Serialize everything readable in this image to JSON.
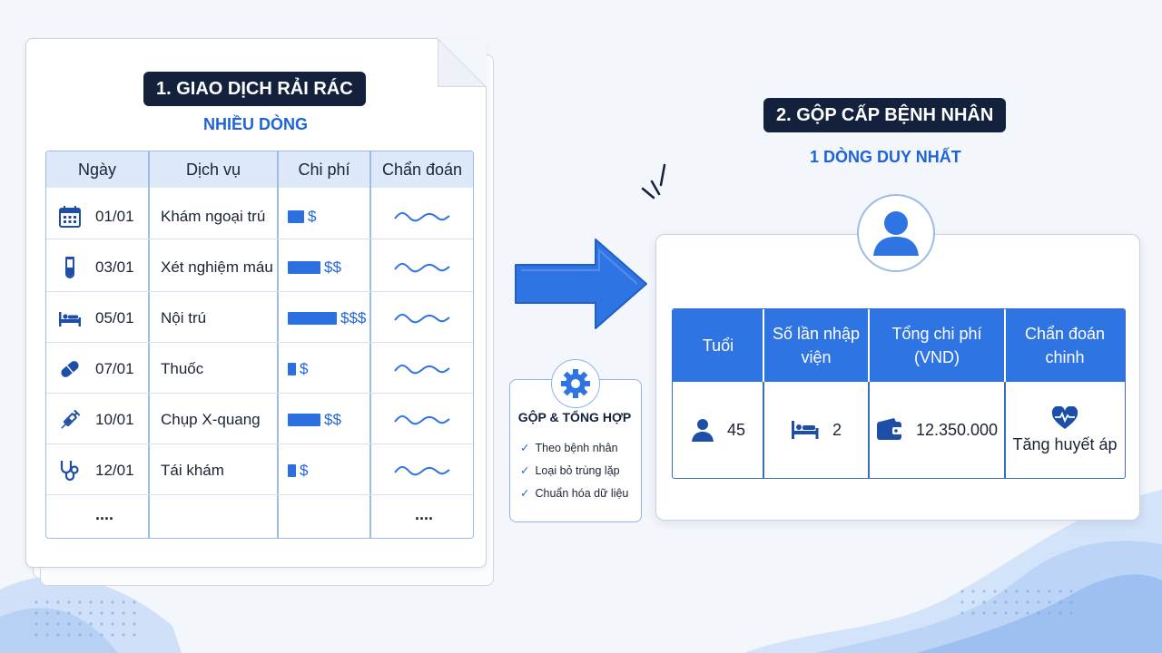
{
  "left": {
    "title": "1. GIAO DỊCH RẢI RÁC",
    "subtitle": "NHIỀU DÒNG",
    "headers": [
      "Ngày",
      "Dịch vụ",
      "Chi phí",
      "Chẩn đoán"
    ],
    "rows": [
      {
        "icon": "calendar-icon",
        "date": "01/01",
        "service": "Khám ngoại trú",
        "cost": "$",
        "bar_level": 1
      },
      {
        "icon": "test-tube-icon",
        "date": "03/01",
        "service": "Xét nghiệm máu",
        "cost": "$$",
        "bar_level": 2
      },
      {
        "icon": "hospital-bed-icon",
        "date": "05/01",
        "service": "Nội trú",
        "cost": "$$$",
        "bar_level": 3
      },
      {
        "icon": "pill-icon",
        "date": "07/01",
        "service": "Thuốc",
        "cost": "$",
        "bar_level": 0.5
      },
      {
        "icon": "syringe-icon",
        "date": "10/01",
        "service": "Chụp X-quang",
        "cost": "$$",
        "bar_level": 2
      },
      {
        "icon": "stethoscope-icon",
        "date": "12/01",
        "service": "Tái khám",
        "cost": "$",
        "bar_level": 0.5
      }
    ],
    "ellipsis": "...."
  },
  "process": {
    "title": "GỘP & TỔNG HỢP",
    "items": [
      "Theo bệnh nhân",
      "Loại bỏ trùng lặp",
      "Chuẩn hóa dữ liệu"
    ]
  },
  "right": {
    "title": "2. GỘP CẤP BỆNH NHÂN",
    "subtitle": "1 DÒNG DUY NHẤT",
    "headers": [
      "Tuổi",
      "Số lần nhập viện",
      "Tổng chi phí (VND)",
      "Chẩn đoán chinh"
    ],
    "values": [
      "45",
      "2",
      "12.350.000",
      "Tăng huyết áp"
    ]
  },
  "colors": {
    "navy": "#13213d",
    "accent": "#2f74e3",
    "accent_text": "#1f63d6",
    "header_light": "#dde8f8"
  }
}
